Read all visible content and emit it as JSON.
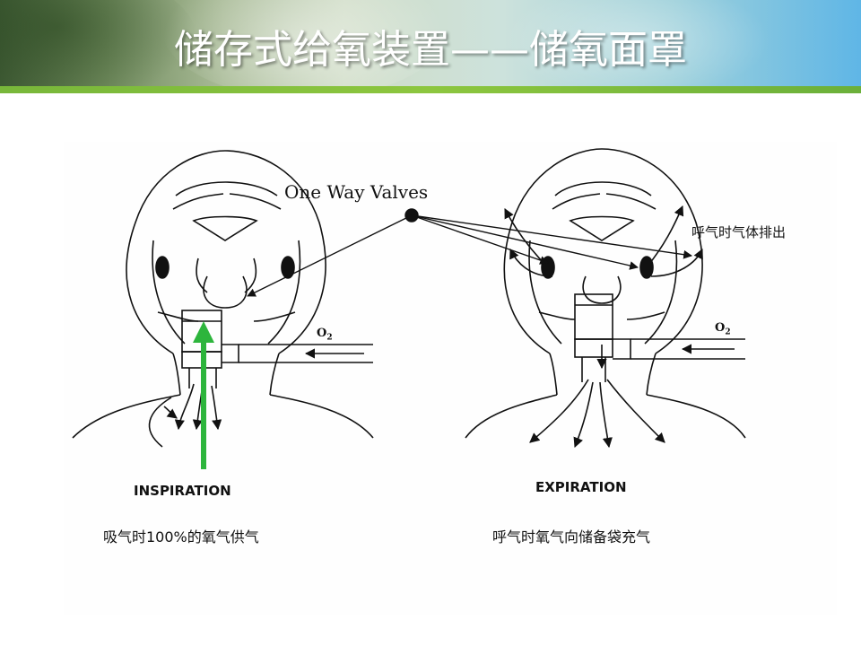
{
  "slide": {
    "title": "储存式给氧装置——储氧面罩"
  },
  "diagram": {
    "valve_label": "One Way Valves",
    "exhale_label": "呼气时气体排出",
    "o2_label": "O",
    "o2_sub": "2",
    "left_panel": {
      "caption_en": "INSPIRATION",
      "caption_cn": "吸气时100%的氧气供气"
    },
    "right_panel": {
      "caption_en": "EXPIRATION",
      "caption_cn": "呼气时氧气向储备袋充气"
    },
    "colors": {
      "inspiration_arrow": "#2db53c",
      "line": "#111111"
    }
  }
}
